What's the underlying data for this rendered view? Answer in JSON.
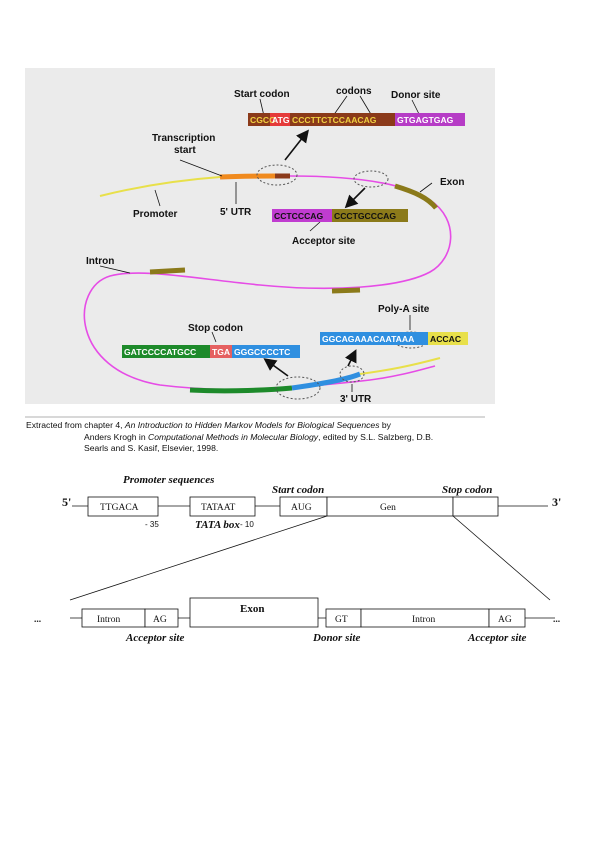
{
  "gene_figure": {
    "labels": {
      "start_codon": "Start codon",
      "codons": "codons",
      "donor_site": "Donor site",
      "transcription_start_1": "Transcription",
      "transcription_start_2": "start",
      "exon": "Exon",
      "promoter": "Promoter",
      "utr5": "5' UTR",
      "acceptor_site": "Acceptor site",
      "intron": "Intron",
      "poly_a_site": "Poly-A site",
      "stop_codon": "Stop codon",
      "utr3": "3' UTR"
    },
    "sequences": {
      "start": [
        "CGCC",
        "ATG",
        "CCCTTCTCCAACAG",
        "GTGAGTGAG"
      ],
      "acceptor": [
        "CCTCCCAG",
        "CCCTGCCCAG"
      ],
      "stop": [
        "GATCCCCATGCC",
        "TGA",
        "GGGCCCCTC"
      ],
      "polya": [
        "GGCAGAAACAATAAA",
        "ACCAC"
      ]
    },
    "colors": {
      "dna_line": "#e64ce6",
      "promoter_line": "#e8e04a",
      "utr5": "#f08a1e",
      "exon": "#8b7a1a",
      "stop_exon": "#1d8a2a",
      "utr3": "#2f8fe0"
    }
  },
  "caption": {
    "line1_prefix": "Extracted from chapter 4, ",
    "line1_title": "An Introduction to Hidden Markov Models for Biological Sequences",
    "line1_suffix": " by",
    "line2_prefix": "Anders Krogh in ",
    "line2_book": "Computational Methods in Molecular Biology",
    "line2_suffix": ", edited by S.L. Salzberg, D.B.",
    "line3": "Searls and S. Kasif, Elsevier, 1998."
  },
  "structure": {
    "promoter_sequences": "Promoter sequences",
    "five_prime": "5'",
    "three_prime": "3'",
    "ttgaca": "TTGACA",
    "tataat": "TATAAT",
    "minus35": "- 35",
    "tata_box": "TATA box",
    "minus10": "- 10",
    "start_codon": "Start codon",
    "aug": "AUG",
    "gen": "Gen",
    "stop_codon": "Stop codon",
    "ellipsis_left": "...",
    "ellipsis_right": "...",
    "intron_left": "Intron",
    "ag_left": "AG",
    "exon": "Exon",
    "gt": "GT",
    "intron_right": "Intron",
    "ag_right": "AG",
    "acceptor_left": "Acceptor site",
    "donor": "Donor site",
    "acceptor_right": "Acceptor site"
  }
}
